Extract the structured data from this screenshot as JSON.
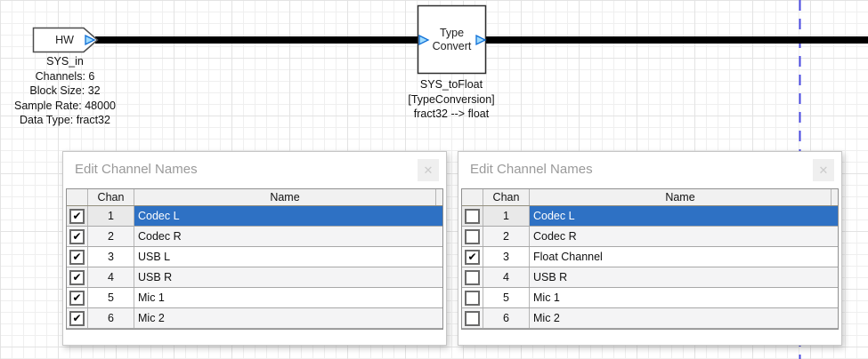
{
  "diagram": {
    "hw_block": {
      "title": "HW",
      "captions": [
        "SYS_in",
        "Channels: 6",
        "Block Size: 32",
        "Sample Rate: 48000",
        "Data Type: fract32"
      ]
    },
    "type_convert_block": {
      "title_line1": "Type",
      "title_line2": "Convert",
      "captions": [
        "SYS_toFloat",
        "[TypeConversion]",
        "fract32 --> float"
      ]
    }
  },
  "dialogs": [
    {
      "title": "Edit Channel Names",
      "close_icon": "✕",
      "columns": {
        "check": "",
        "chan": "Chan",
        "name": "Name"
      },
      "rows": [
        {
          "checked": true,
          "chan": "1",
          "name": "Codec L",
          "selected": true
        },
        {
          "checked": true,
          "chan": "2",
          "name": "Codec R",
          "selected": false
        },
        {
          "checked": true,
          "chan": "3",
          "name": "USB L",
          "selected": false
        },
        {
          "checked": true,
          "chan": "4",
          "name": "USB R",
          "selected": false
        },
        {
          "checked": true,
          "chan": "5",
          "name": "Mic 1",
          "selected": false
        },
        {
          "checked": true,
          "chan": "6",
          "name": "Mic 2",
          "selected": false
        }
      ]
    },
    {
      "title": "Edit Channel Names",
      "close_icon": "✕",
      "columns": {
        "check": "",
        "chan": "Chan",
        "name": "Name"
      },
      "rows": [
        {
          "checked": false,
          "chan": "1",
          "name": "Codec L",
          "selected": true
        },
        {
          "checked": false,
          "chan": "2",
          "name": "Codec R",
          "selected": false
        },
        {
          "checked": true,
          "chan": "3",
          "name": "Float Channel",
          "selected": false
        },
        {
          "checked": false,
          "chan": "4",
          "name": "USB R",
          "selected": false
        },
        {
          "checked": false,
          "chan": "5",
          "name": "Mic 1",
          "selected": false
        },
        {
          "checked": false,
          "chan": "6",
          "name": "Mic 2",
          "selected": false
        }
      ]
    }
  ],
  "icons": {
    "check_glyph": "✔"
  },
  "colors": {
    "selection_blue": "#2e71c4",
    "wire": "#000000",
    "guide_line": "#4a4ae0",
    "port_fill": "#a0dcff",
    "port_border": "#0f6fd6"
  }
}
